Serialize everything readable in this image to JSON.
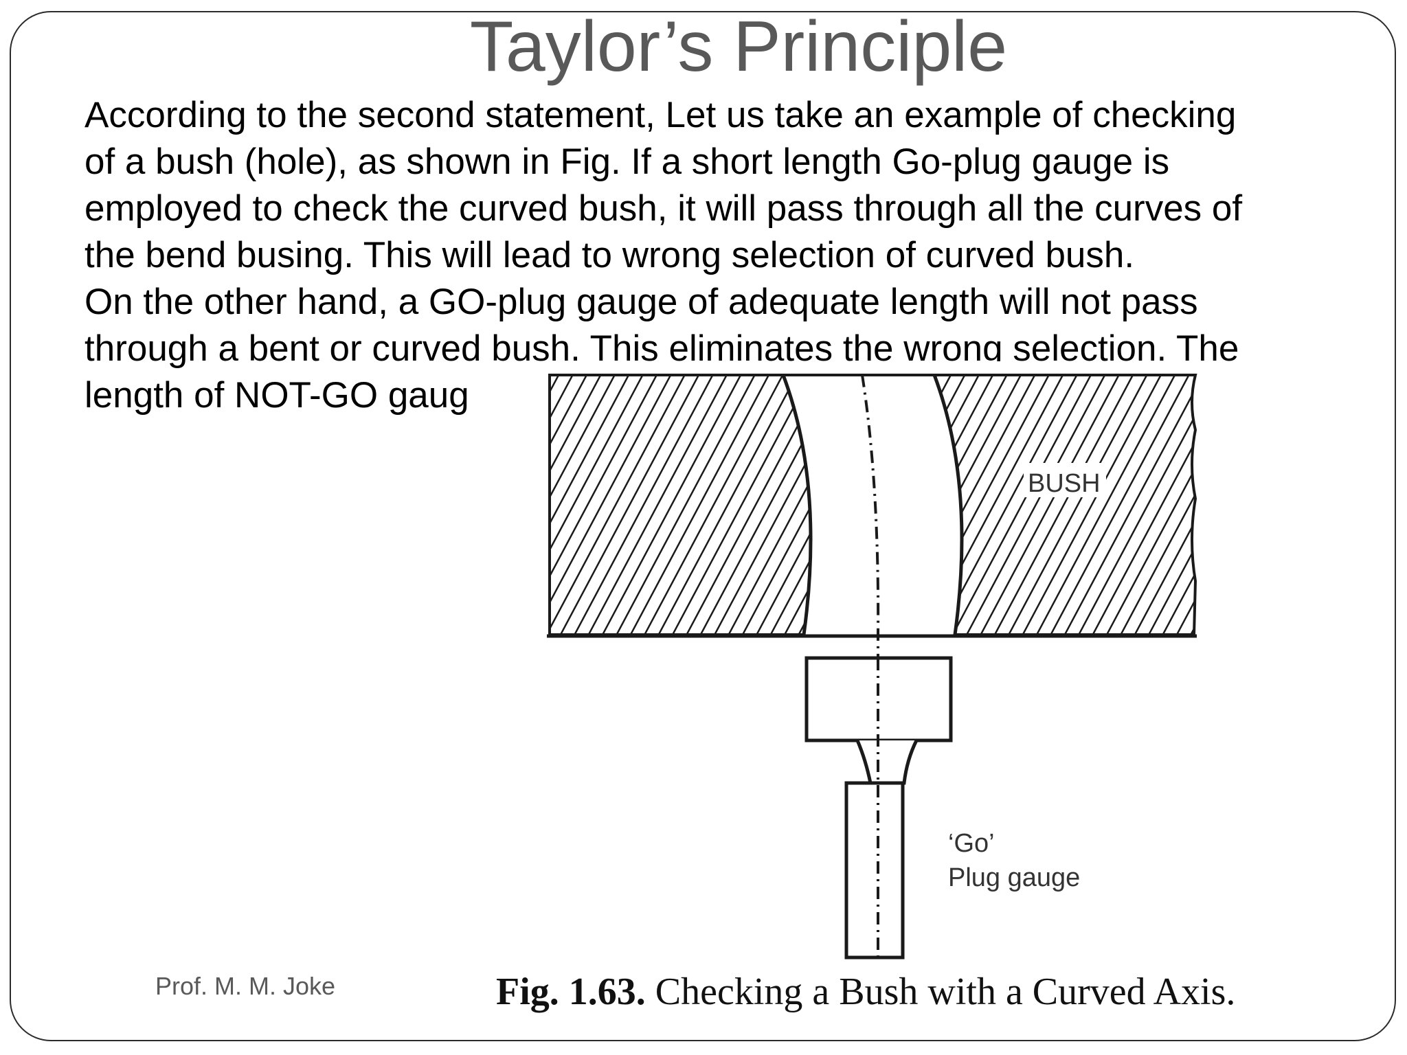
{
  "slide": {
    "title": "Taylor’s Principle",
    "body_lines": [
      "According to the second statement, Let us take an example of checking",
      "of a bush (hole), as shown in Fig. If a short length Go-plug gauge is",
      "employed to check the curved bush, it will pass through all the curves of",
      "the bend busing. This will lead to wrong selection of curved bush.",
      "On the other hand, a GO-plug gauge of adequate length will not pass",
      "through a bent or curved bush. This eliminates the wrong selection. The",
      "length of NOT-GO gaug"
    ],
    "footer_author": "Prof. M. M. Joke"
  },
  "figure": {
    "bush_label": "BUSH",
    "gauge_label_line1": "‘Go’",
    "gauge_label_line2": "Plug gauge",
    "caption_number": "Fig. 1.63.",
    "caption_text": " Checking a Bush with a Curved Axis."
  }
}
